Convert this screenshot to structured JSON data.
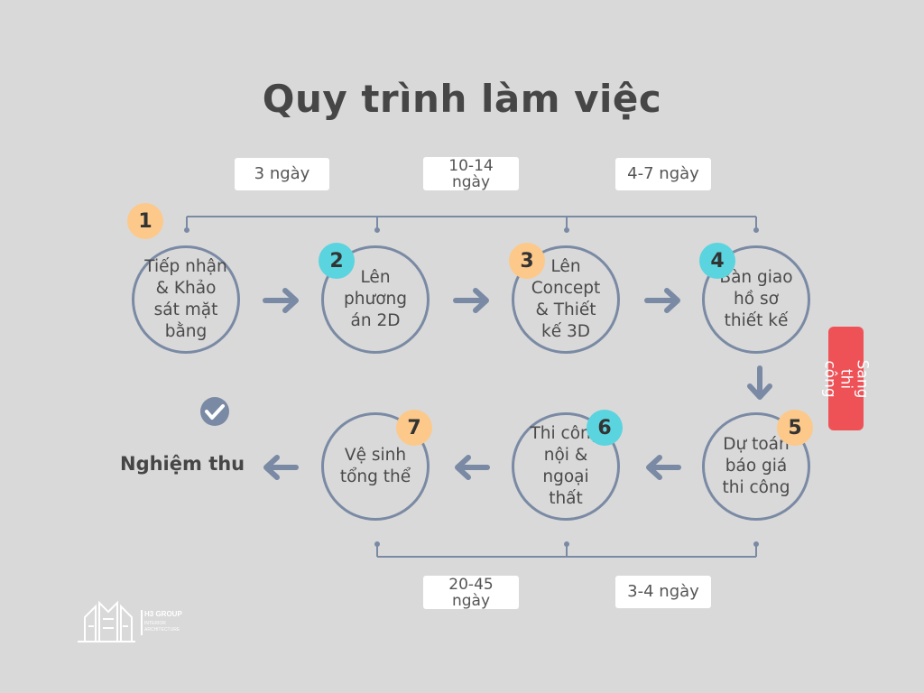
{
  "title": "Quy trình làm việc",
  "durations_top": [
    "3 ngày",
    "10-14 ngày",
    "4-7 ngày"
  ],
  "durations_bottom": [
    "20-45 ngày",
    "3-4 ngày"
  ],
  "steps": [
    {
      "number": "1",
      "label": "Tiếp nhận & Khảo sát mặt bằng"
    },
    {
      "number": "2",
      "label": "Lên phương án 2D"
    },
    {
      "number": "3",
      "label": "Lên Concept & Thiết kế 3D"
    },
    {
      "number": "4",
      "label": "Bàn giao hồ sơ thiết kế"
    },
    {
      "number": "5",
      "label": "Dự toán báo giá thi công"
    },
    {
      "number": "6",
      "label": "Thi công nội & ngoại thất"
    },
    {
      "number": "7",
      "label": "Vệ sinh tổng thể"
    }
  ],
  "side_label": "Sang thi công",
  "final_label": "Nghiệm thu",
  "logo": {
    "name": "H3 GROUP",
    "tag1": "INTERIOR",
    "tag2": "ARCHITECTURE"
  },
  "colors": {
    "background": "#d9d9d9",
    "circle_border": "#7a8aa4",
    "badge_orange": "#fcc98a",
    "badge_cyan": "#5ad4de",
    "side_tag": "#ee5257"
  },
  "icons": {
    "check": "check-circle-icon",
    "arrow": "arrow-icon"
  }
}
